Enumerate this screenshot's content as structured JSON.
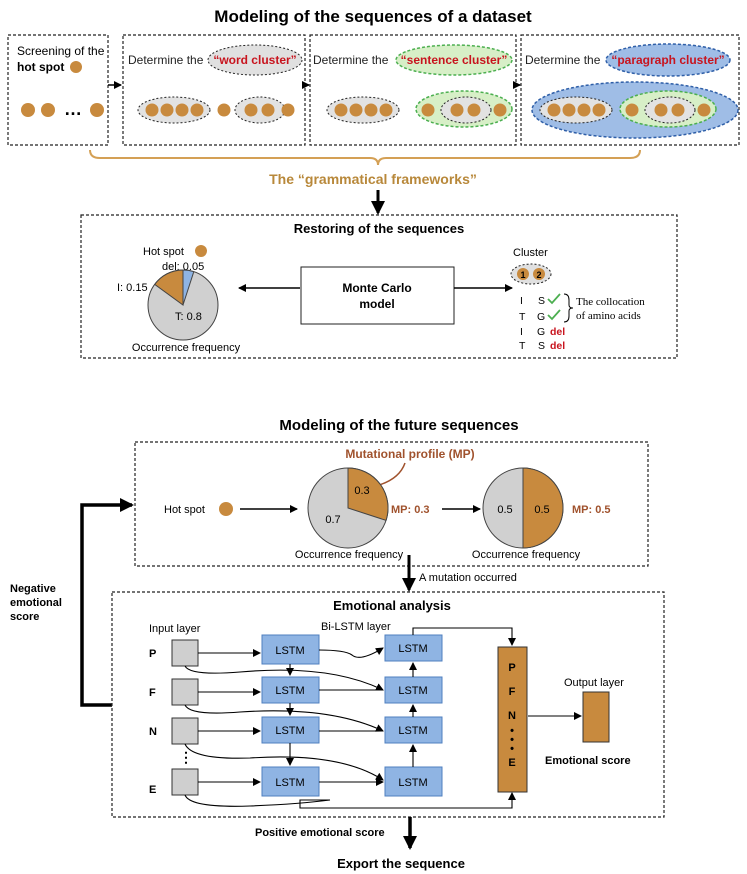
{
  "top": {
    "title": "Modeling of the sequences of a dataset",
    "step1": {
      "line1": "Screening  of the",
      "line2": "hot spot"
    },
    "step2": {
      "prefix": "Determine the ",
      "highlight": "“word cluster”"
    },
    "step3": {
      "prefix": "Determine the ",
      "highlight": "“sentence cluster”"
    },
    "step4": {
      "prefix": "Determine the ",
      "highlight": "“paragraph cluster”"
    },
    "ellipsis": "…",
    "frameworks": "The “grammatical frameworks”"
  },
  "restore": {
    "title": "Restoring of the sequences",
    "hotspot": "Hot spot",
    "del": "del: 0.05",
    "i": "I: 0.15",
    "t": "T: 0.8",
    "freq": "Occurrence frequency",
    "model_line1": "Monte Carlo",
    "model_line2": "model",
    "cluster": "Cluster",
    "c1": "1",
    "c2": "2",
    "pairs": [
      {
        "a": "I",
        "b": "S",
        "ok": true
      },
      {
        "a": "T",
        "b": "G",
        "ok": true
      },
      {
        "a": "I",
        "b": "G",
        "ok": false,
        "del": "del"
      },
      {
        "a": "T",
        "b": "S",
        "ok": false,
        "del": "del"
      }
    ],
    "collocation_line1": "The collocation",
    "collocation_line2": "of amino acids"
  },
  "future": {
    "title": "Modeling of the future sequences",
    "mp_label": "Mutational profile (MP)",
    "hotspot": "Hot spot",
    "pie1": {
      "orange": "0.3",
      "gray": "0.7",
      "mp": "MP: 0.3",
      "freq": "Occurrence frequency",
      "orange_frac": 0.3
    },
    "pie2": {
      "gray": "0.5",
      "orange": "0.5",
      "mp": "MP: 0.5",
      "freq": "Occurrence frequency",
      "orange_frac": 0.5
    },
    "mutation": "A mutation occurred",
    "negative": {
      "line1": "Negative",
      "line2": "emotional",
      "line3": "score"
    }
  },
  "emotion": {
    "title": "Emotional analysis",
    "input_layer": "Input layer",
    "bilstm_layer": "Bi-LSTM layer",
    "output_layer": "Output layer",
    "rows": [
      "P",
      "F",
      "N",
      "E"
    ],
    "lstm": "LSTM",
    "pfn": [
      "P",
      "F",
      "N",
      "•",
      "•",
      "•",
      "E"
    ],
    "emotional_score": "Emotional score",
    "positive": "Positive emotional score",
    "export": "Export the sequence"
  },
  "colors": {
    "orange": "#c88a3e",
    "gold_text": "#b8883a",
    "red": "#c8141e",
    "green": "#4caf50",
    "lstm_fill": "#8fb4e3",
    "lstm_stroke": "#4f7fbf",
    "gray": "#cfcfcf",
    "blue_ellipse": "#9fbde6",
    "green_ellipse": "#d7efc7",
    "dark_orange_text": "#a0522d"
  }
}
